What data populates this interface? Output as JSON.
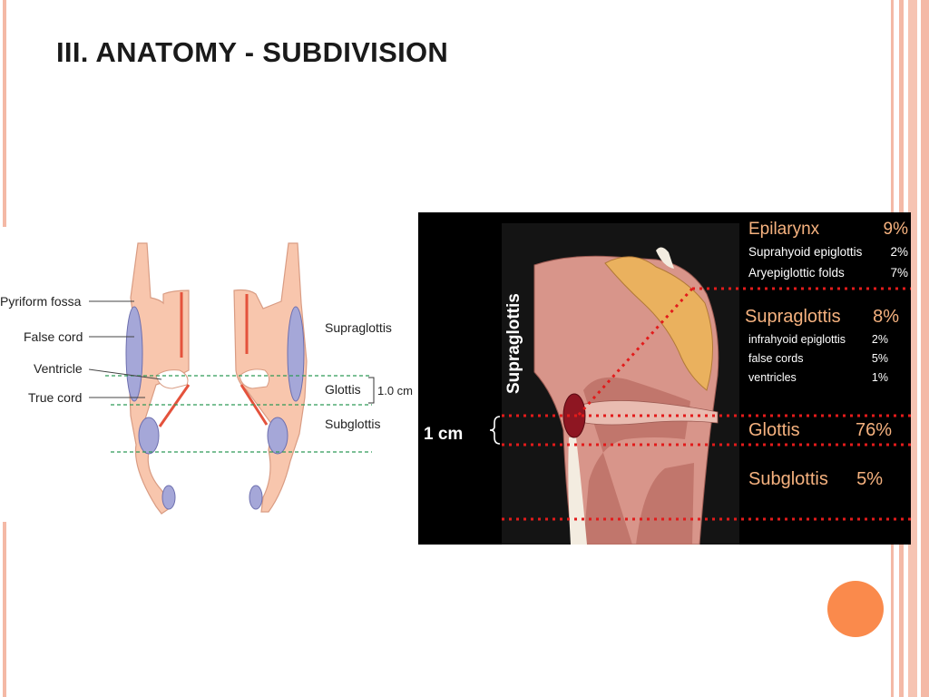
{
  "slide": {
    "title": "III. ANATOMY - SUBDIVISION"
  },
  "left_diagram": {
    "labels": {
      "pyriform_fossa": "Pyriform fossa",
      "false_cord": "False cord",
      "ventricle": "Ventricle",
      "true_cord": "True cord",
      "supraglottis": "Supraglottis",
      "glottis": "Glottis",
      "measure": "1.0 cm",
      "subglottis": "Subglottis"
    }
  },
  "right_diagram": {
    "vertical_label": "Supraglottis",
    "measure": "1 cm",
    "sections": {
      "epilarynx": {
        "name": "Epilarynx",
        "pct": "9%"
      },
      "suprahyoid": {
        "name": "Suprahyoid epiglottis",
        "pct": "2%"
      },
      "aryepiglottic": {
        "name": "Aryepiglottic folds",
        "pct": "7%"
      },
      "supraglottis": {
        "name": "Supraglottis",
        "pct": "8%"
      },
      "infrahyoid": {
        "name": "infrahyoid epiglottis",
        "pct": "2%"
      },
      "false_cords": {
        "name": "false cords",
        "pct": "5%"
      },
      "ventricles": {
        "name": "ventricles",
        "pct": "1%"
      },
      "glottis": {
        "name": "Glottis",
        "pct": "76%"
      },
      "subglottis": {
        "name": "Subglottis",
        "pct": "5%"
      }
    }
  },
  "colors": {
    "accent_orange": "#fa8a4c",
    "stripe_pink": "#f4b9a6",
    "label_orange": "#f6b27f",
    "dotted_red": "#e21b1b",
    "dashed_green": "#2f9a57"
  }
}
